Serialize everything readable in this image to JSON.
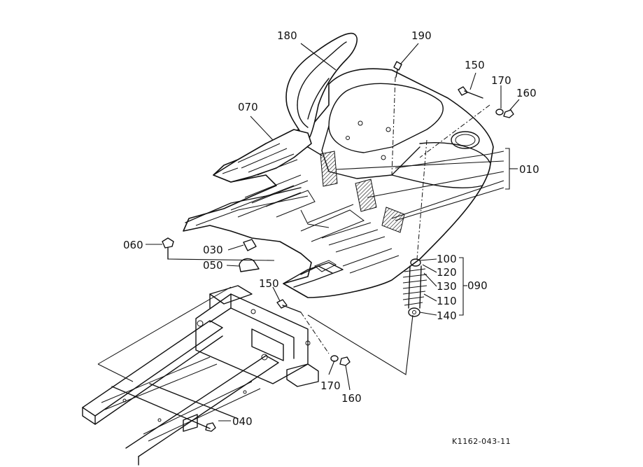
{
  "figure_code": "K1162-043-11",
  "part_labels": {
    "p180": "180",
    "p190": "190",
    "p150_top": "150",
    "p170_top": "170",
    "p160_top": "160",
    "p070": "070",
    "p010": "010",
    "p060": "060",
    "p030": "030",
    "p050": "050",
    "p150_mid": "150",
    "p100": "100",
    "p120": "120",
    "p130": "130",
    "p110": "110",
    "p140": "140",
    "p090": "090",
    "p170_low": "170",
    "p160_low": "160",
    "p040": "040"
  }
}
